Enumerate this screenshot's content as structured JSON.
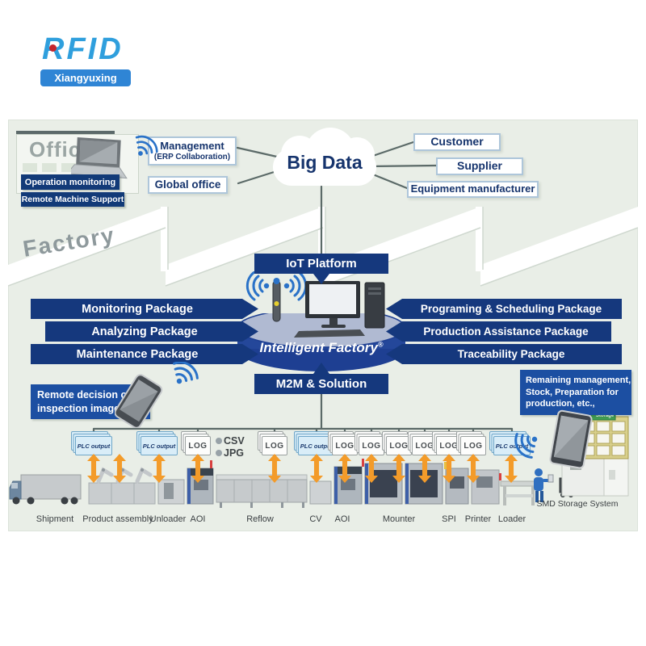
{
  "logo": {
    "brand": "RFID",
    "subtitle": "Xiangyuxing"
  },
  "office": {
    "title": "Office",
    "monitor_label": "Operation monitoring",
    "support_label": "Remote Machine Support"
  },
  "cloud": {
    "title": "Big Data",
    "management": "Management",
    "management_sub": "(ERP Collaboration)",
    "global_office": "Global office",
    "customer": "Customer",
    "supplier": "Supplier",
    "equipment": "Equipment manufacturer"
  },
  "factory": {
    "title": "Factory",
    "iot": "IoT Platform",
    "core": "Intelligent Factory",
    "core_mark": "®",
    "m2m": "M2M & Solution",
    "left_packages": [
      "Monitoring Package",
      "Analyzing Package",
      "Maintenance Package"
    ],
    "right_packages": [
      "Programing & Scheduling Package",
      "Production Assistance Package",
      "Traceability Package"
    ],
    "remote_line1": "Remote decision of",
    "remote_line2": "inspection image",
    "remaining_line1": "Remaining management,",
    "remaining_line2": "Stock, Preparation for",
    "remaining_line3": "production, etc.,"
  },
  "line": {
    "nodes": [
      {
        "type": "plc",
        "label": "PLC output"
      },
      {
        "type": "plc",
        "label": "PLC output"
      },
      {
        "type": "log",
        "label": "LOG"
      },
      {
        "type": "log",
        "label": "LOG"
      },
      {
        "type": "plc",
        "label": "PLC output"
      },
      {
        "type": "log",
        "label": "LOG"
      },
      {
        "type": "log",
        "label": "LOG"
      },
      {
        "type": "log",
        "label": "LOG"
      },
      {
        "type": "log",
        "label": "LOG"
      },
      {
        "type": "log",
        "label": "LOG"
      },
      {
        "type": "log",
        "label": "LOG"
      },
      {
        "type": "plc",
        "label": "PLC output"
      }
    ],
    "csv": "CSV",
    "jpg": "JPG",
    "stations": [
      "Shipment",
      "Product assembly",
      "Unloader",
      "AOI",
      "Reflow",
      "CV",
      "AOI",
      "Mounter",
      "SPI",
      "Printer",
      "Loader"
    ],
    "smd_label": "SMD Storage System",
    "rack_label": "Storage"
  },
  "icons": {
    "wifi": "wifi-signal",
    "laptop": "laptop",
    "smartphone": "smartphone",
    "tablet": "tablet",
    "cloud": "cloud",
    "computer": "desktop-computer",
    "antenna": "wireless-antenna",
    "truck": "truck",
    "robot_arms": "robot-arms",
    "worker": "factory-worker",
    "storage_rack": "storage-rack"
  },
  "colors": {
    "navy_banner": "#15387d",
    "callout_blue": "#1c4fa2",
    "orange_arrow": "#f39b2a",
    "disc_blue": "#24479a",
    "wifi_blue": "#2a72c8",
    "diagram_bg": "#e9eee7",
    "node_border": "#aec6da",
    "text_navy": "#16346d"
  }
}
